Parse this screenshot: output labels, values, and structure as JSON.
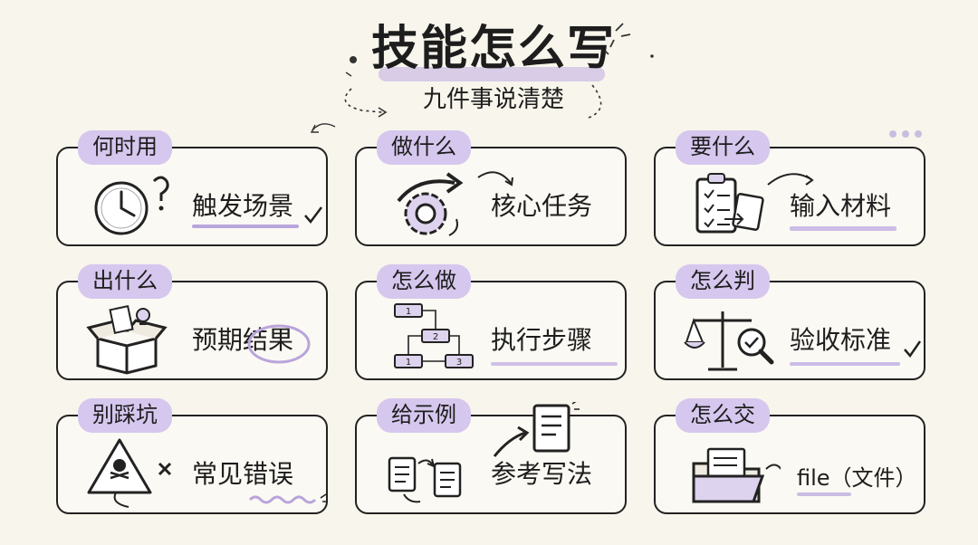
{
  "title": "技能怎么写",
  "subtitle": "九件事说清楚",
  "cards": [
    {
      "tag": "何时用",
      "label": "触发场景",
      "icon": "clock-question-icon"
    },
    {
      "tag": "做什么",
      "label": "核心任务",
      "icon": "gear-arrow-icon"
    },
    {
      "tag": "要什么",
      "label": "输入材料",
      "icon": "clipboard-documents-icon"
    },
    {
      "tag": "出什么",
      "label": "预期结果",
      "icon": "open-box-icon"
    },
    {
      "tag": "怎么做",
      "label": "执行步骤",
      "icon": "step-flowchart-icon"
    },
    {
      "tag": "怎么判",
      "label": "验收标准",
      "icon": "balance-scale-magnifier-icon"
    },
    {
      "tag": "别踩坑",
      "label": "常见错误",
      "icon": "warning-sign-icon"
    },
    {
      "tag": "给示例",
      "label": "参考写法",
      "icon": "documents-arrow-icon"
    },
    {
      "tag": "怎么交",
      "label": "file（文件）",
      "icon": "file-folder-icon"
    }
  ],
  "flowchart_steps": [
    "1",
    "2",
    "1",
    "3"
  ],
  "colors": {
    "accent": "#d6c7ee",
    "ink": "#222222",
    "background": "#f8f5ec",
    "highlight": "#cdbde6"
  }
}
